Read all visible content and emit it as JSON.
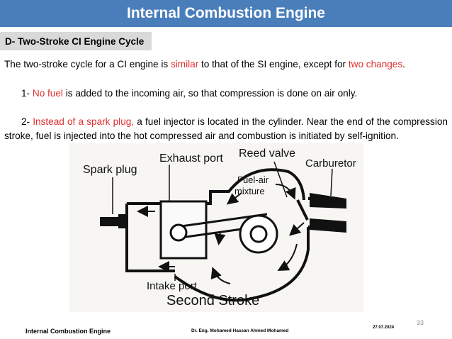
{
  "header": {
    "title": "Internal Combustion Engine",
    "color": "#4a7ebb"
  },
  "section": {
    "label": "D- Two-Stroke CI Engine Cycle"
  },
  "intro": {
    "before": "The two-stroke cycle for a CI engine is ",
    "highlight1": "similar",
    "middle": " to that of the SI engine, except for ",
    "highlight2": "two changes",
    "after": "."
  },
  "point1": {
    "prefix": "1- ",
    "highlight": "No fuel",
    "rest": " is added to the incoming air, so that compression is done on air only."
  },
  "point2": {
    "prefix": "2- ",
    "highlight": "Instead of a spark plug,",
    "rest": " a fuel injector is located in the cylinder. Near the end of the compression stroke, fuel is injected into the hot compressed air and combustion is initiated by self-ignition."
  },
  "figure": {
    "labels": {
      "spark_plug": "Spark plug",
      "exhaust_port": "Exhaust port",
      "reed_valve": "Reed valve",
      "carburetor": "Carburetor",
      "fuel_air_1": "Fuel-air",
      "fuel_air_2": "mixture",
      "intake_port": "Intake port",
      "caption": "Second Stroke"
    }
  },
  "footer": {
    "page_number": "33",
    "course": "Internal Combustion Engine",
    "author": "Dr. Eng. Mohamed Hassan Ahmed Mohamed",
    "date": "27.07.2024"
  },
  "colors": {
    "highlight": "#e03030",
    "section_bg": "#d9d9d9"
  }
}
